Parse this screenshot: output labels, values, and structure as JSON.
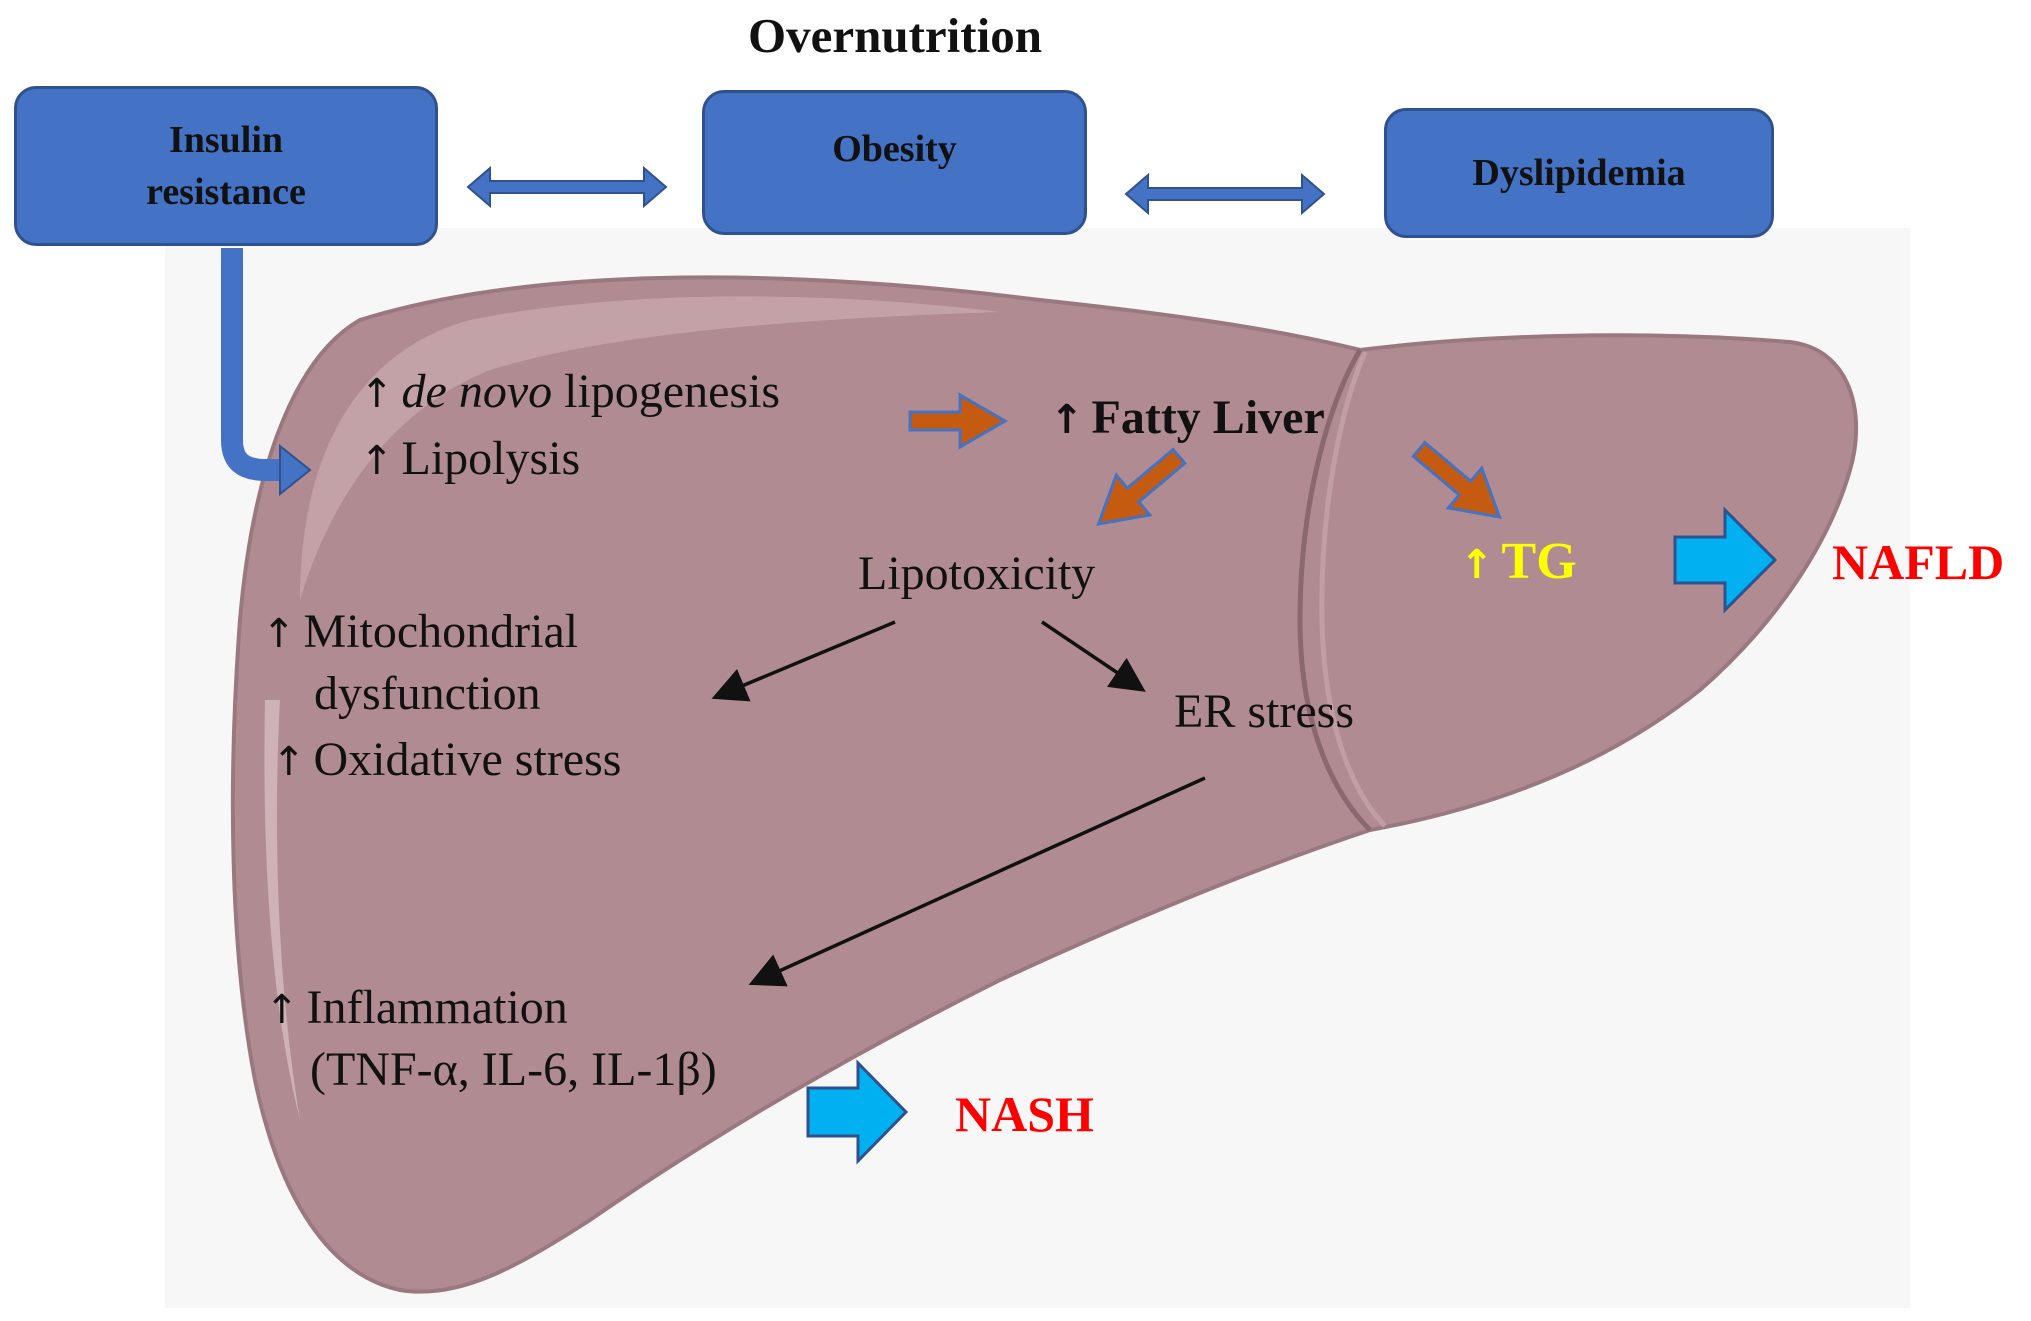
{
  "title": "Overnutrition",
  "boxes": {
    "insulin_resistance": "Insulin\nresistance",
    "obesity": "Obesity",
    "dyslipidemia": "Dyslipidemia"
  },
  "labels": {
    "up_arrow": "↑",
    "de_novo_italic": "de novo",
    "lipogenesis": " lipogenesis",
    "lipolysis": "Lipolysis",
    "fatty_liver": "Fatty Liver",
    "lipotoxicity": "Lipotoxicity",
    "tg": "TG",
    "nafld": "NAFLD",
    "mito_line1": "Mitochondrial",
    "mito_line2": "dysfunction",
    "oxidative_stress": "Oxidative stress",
    "er_stress": "ER stress",
    "inflammation": "Inflammation",
    "cytokines": "(TNF-α, IL-6, IL-1β)",
    "nash": "NASH"
  },
  "colors": {
    "box_fill": "#4472c4",
    "box_border": "#2f528f",
    "liver_fill": "#b08c92",
    "liver_edge": "#8a6870",
    "orange_arrow": "#c55a11",
    "cyan_arrow": "#00b0f0",
    "blue_arrow": "#4472c4",
    "outcome_text": "#ff0000",
    "tg_text": "#ffff00"
  }
}
